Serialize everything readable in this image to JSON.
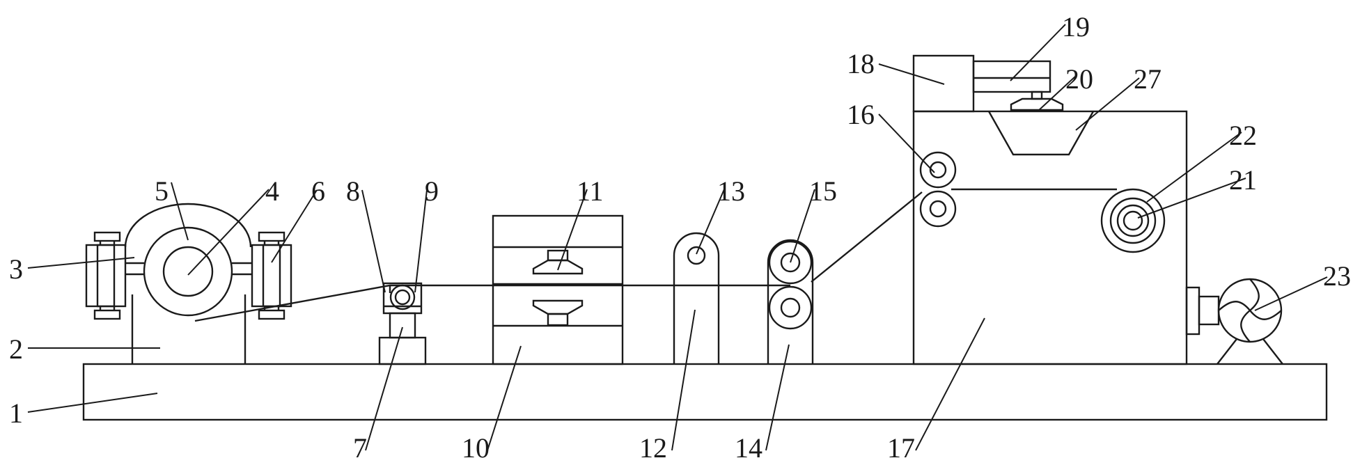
{
  "figure": {
    "labels": {
      "l1": "1",
      "l2": "2",
      "l3": "3",
      "l4": "4",
      "l5": "5",
      "l6": "6",
      "l7": "7",
      "l8": "8",
      "l9": "9",
      "l10": "10",
      "l11": "11",
      "l12": "12",
      "l13": "13",
      "l14": "14",
      "l15": "15",
      "l16": "16",
      "l17": "17",
      "l18": "18",
      "l19": "19",
      "l20": "20",
      "l21": "21",
      "l22": "22",
      "l23": "23",
      "l27": "27"
    }
  }
}
